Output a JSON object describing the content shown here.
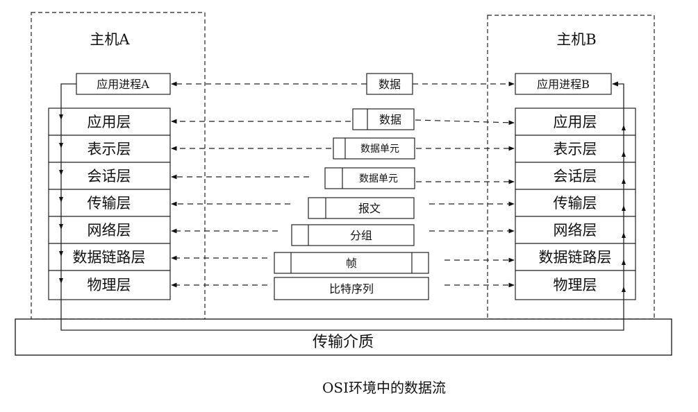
{
  "hostA": {
    "title": "主机A",
    "process": "应用进程A",
    "layers": [
      "应用层",
      "表示层",
      "会话层",
      "传输层",
      "网络层",
      "数据链路层",
      "物理层"
    ]
  },
  "hostB": {
    "title": "主机B",
    "process": "应用进程B",
    "layers": [
      "应用层",
      "表示层",
      "会话层",
      "传输层",
      "网络层",
      "数据链路层",
      "物理层"
    ]
  },
  "top_unit": "数据",
  "units": [
    "数据",
    "数据单元",
    "数据单元",
    "报文",
    "分组",
    "帧",
    "比特序列"
  ],
  "medium": "传输介质",
  "caption": "OSI环境中的数据流"
}
